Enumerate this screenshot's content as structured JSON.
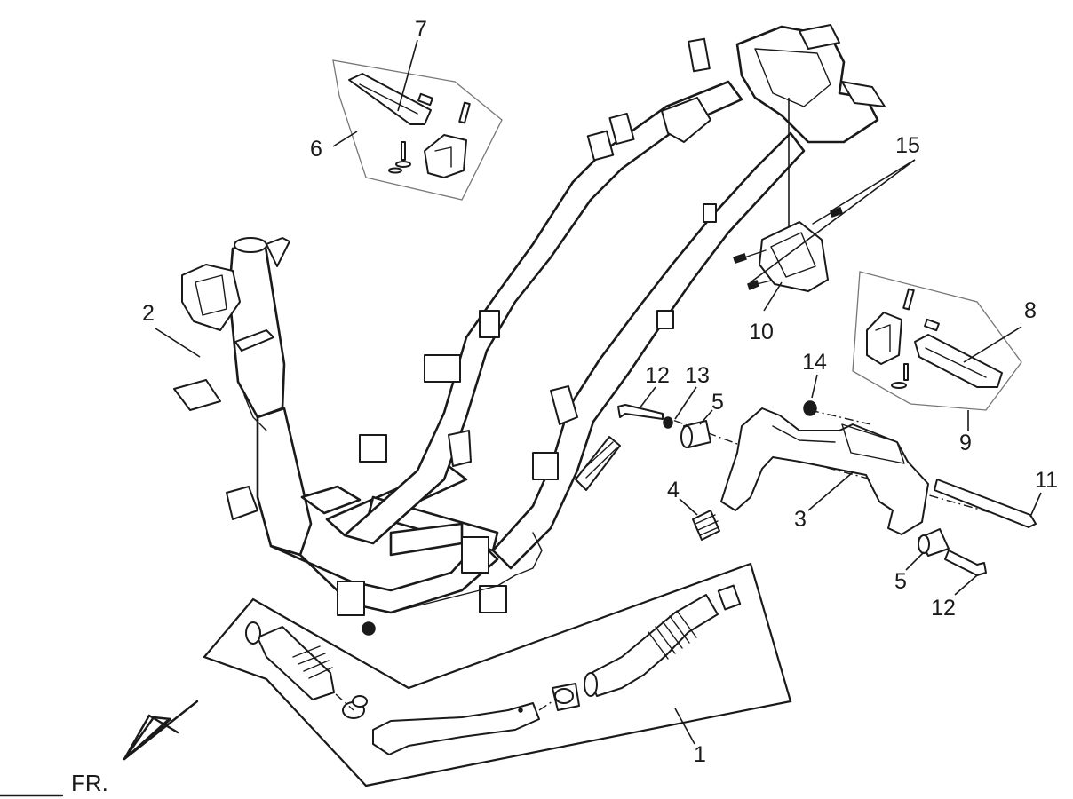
{
  "callouts": {
    "c1": "1",
    "c2": "2",
    "c3": "3",
    "c4": "4",
    "c5a": "5",
    "c5b": "5",
    "c6": "6",
    "c7": "7",
    "c8": "8",
    "c9": "9",
    "c10": "10",
    "c11": "11",
    "c12a": "12",
    "c12b": "12",
    "c13": "13",
    "c14": "14",
    "c15": "15"
  },
  "front_marker": "FR."
}
